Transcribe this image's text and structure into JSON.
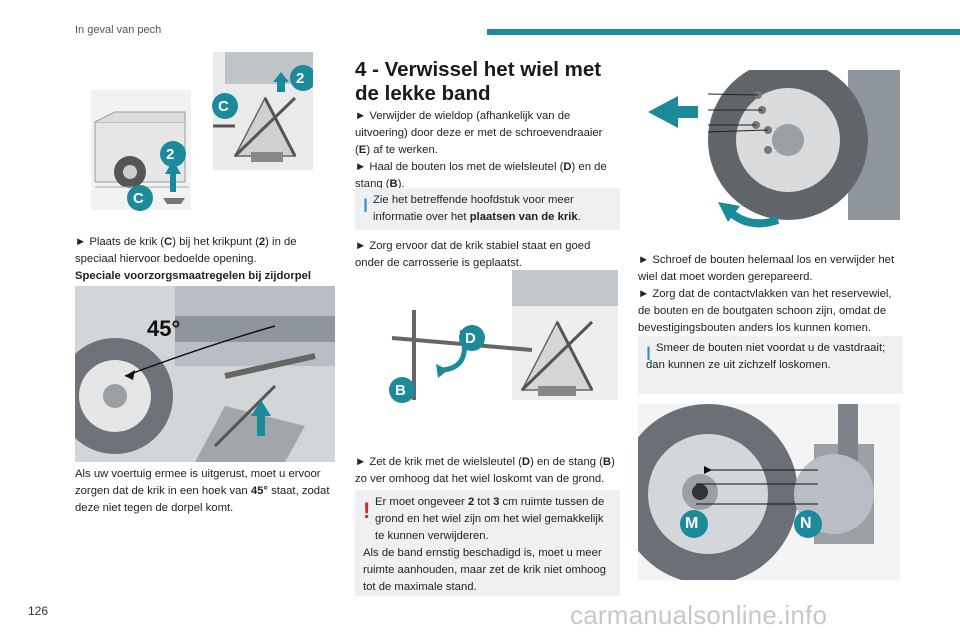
{
  "header": {
    "section_title": "In geval van pech"
  },
  "page_number": "126",
  "watermark": "carmanualsonline.info",
  "left_column": {
    "fig1_labels": {
      "c": "C",
      "two": "2"
    },
    "para1": [
      {
        "t": "► Plaats de krik ("
      },
      {
        "t": "C",
        "b": true
      },
      {
        "t": ") bij het krikpunt ("
      },
      {
        "t": "2",
        "b": true
      },
      {
        "t": ") in de speciaal hiervoor bedoelde opening."
      }
    ],
    "subheading": "Speciale voorzorgsmaatregelen bij zijdorpel",
    "fig2_angle": "45°",
    "para2": [
      {
        "t": "Als uw voertuig ermee is uitgerust, moet u ervoor zorgen dat de krik in een hoek van "
      },
      {
        "t": "45°",
        "b": true
      },
      {
        "t": " staat, zodat deze niet tegen de dorpel komt."
      }
    ]
  },
  "middle_column": {
    "heading": "4 - Verwissel het wiel met de lekke band",
    "para1": [
      {
        "t": "► Verwijder de wieldop (afhankelijk van de uitvoering) door deze er met de schroevendraaier ("
      },
      {
        "t": "E",
        "b": true
      },
      {
        "t": ") af te werken."
      }
    ],
    "para2": [
      {
        "t": "► Haal de bouten los met de wielsleutel ("
      },
      {
        "t": "D",
        "b": true
      },
      {
        "t": ") en de stang ("
      },
      {
        "t": "B",
        "b": true
      },
      {
        "t": ")."
      }
    ],
    "info1": [
      {
        "t": "Zie het betreffende hoofdstuk voor meer informatie over het "
      },
      {
        "t": "plaatsen van de krik",
        "b": true
      },
      {
        "t": "."
      }
    ],
    "para3": "► Zorg ervoor dat de krik stabiel staat en goed onder de carrosserie is geplaatst.",
    "fig3_labels": {
      "d": "D",
      "b": "B"
    },
    "para4": [
      {
        "t": "► Zet de krik met de wielsleutel ("
      },
      {
        "t": "D",
        "b": true
      },
      {
        "t": ") en de stang ("
      },
      {
        "t": "B",
        "b": true
      },
      {
        "t": ") zo ver omhoog dat het wiel loskomt van de grond."
      }
    ],
    "warning1": [
      {
        "t": "Er moet ongeveer "
      },
      {
        "t": "2",
        "b": true
      },
      {
        "t": " tot "
      },
      {
        "t": "3",
        "b": true
      },
      {
        "t": " cm ruimte tussen de grond en het wiel zijn om het wiel gemakkelijk te kunnen verwijderen."
      }
    ],
    "warning1_extra": "Als de band ernstig beschadigd is, moet u meer ruimte aanhouden, maar zet de krik niet omhoog tot de maximale stand."
  },
  "right_column": {
    "para1": "► Schroef de bouten helemaal los en verwijder het wiel dat moet worden gerepareerd.",
    "para2": "► Zorg dat de contactvlakken van het reservewiel, de bouten en de boutgaten schoon zijn, omdat de bevestigingsbouten anders los kunnen komen.",
    "info2": "Smeer de bouten niet voordat u de vastdraait; dan kunnen ze uit zichzelf loskomen.",
    "fig5_labels": {
      "m": "M",
      "n": "N"
    }
  },
  "colors": {
    "accent": "#1b8a9a",
    "info": "#2c8fd6",
    "warning": "#e0202b",
    "box_bg": "#eef0f2"
  }
}
